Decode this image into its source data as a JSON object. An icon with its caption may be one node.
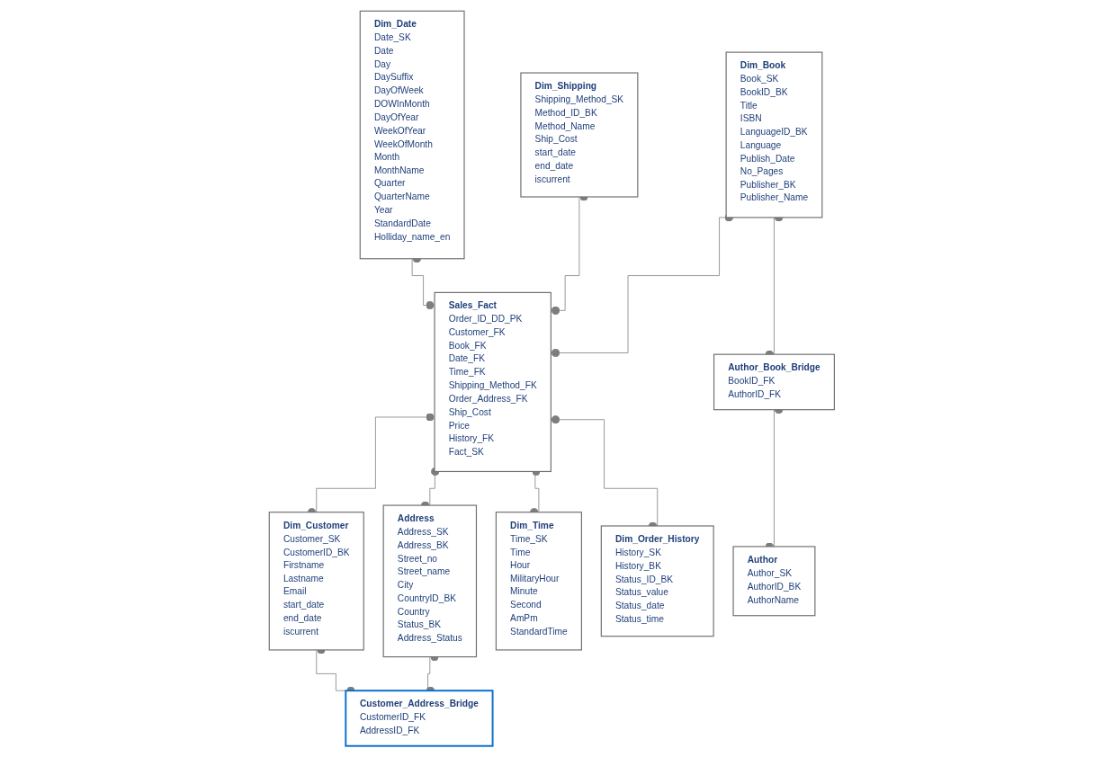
{
  "diagram": {
    "nodes": [
      {
        "text": [
          "Dim_Date",
          "Date_SK",
          "Date",
          "Day",
          "DaySuffix",
          "DayOfWeek",
          "DOWInMonth",
          "DayOfYear",
          "WeekOfYear",
          "WeekOfMonth",
          "Month",
          "MonthName",
          "Quarter",
          "QuarterName",
          "Year",
          "StandardDate",
          "Holliday_name_en"
        ]
      },
      {
        "text": [
          "Dim_Shipping",
          "Shipping_Method_SK",
          "Method_ID_BK",
          "Method_Name",
          "Ship_Cost",
          "start_date",
          "end_date",
          "iscurrent"
        ]
      },
      {
        "text": [
          "Dim_Book",
          "Book_SK",
          "BookID_BK",
          "Title",
          "ISBN",
          "LanguageID_BK",
          "Language",
          "Publish_Date",
          "No_Pages",
          "Publisher_BK",
          "Publisher_Name"
        ]
      },
      {
        "text": [
          "Sales_Fact",
          "Order_ID_DD_PK",
          "Customer_FK",
          "Book_FK",
          "Date_FK",
          "Time_FK",
          "Shipping_Method_FK",
          "Order_Address_FK",
          "Ship_Cost",
          "Price",
          "History_FK",
          "Fact_SK"
        ]
      },
      {
        "text": [
          "Author_Book_Bridge",
          "BookID_FK",
          "AuthorID_FK"
        ]
      },
      {
        "text": [
          "Dim_Customer",
          "Customer_SK",
          "CustomerID_BK",
          "Firstname",
          "Lastname",
          "Email",
          "start_date",
          "end_date",
          "iscurrent"
        ]
      },
      {
        "text": [
          "Author",
          "Author_SK",
          "AuthorID_BK",
          "AuthorName"
        ]
      },
      {
        "text": [
          "Dim_Order_History",
          "History_SK",
          "History_BK",
          "Status_ID_BK",
          "Status_value",
          "Status_date",
          "Status_time"
        ]
      },
      {
        "text": [
          "Dim_Time",
          "Time_SK",
          "Time",
          "Hour",
          "MilitaryHour",
          "Minute",
          "Second",
          "AmPm",
          "StandardTime"
        ]
      },
      {
        "text": [
          "Address",
          "Address_SK",
          "Address_BK",
          "Street_no",
          "Street_name",
          "City",
          "CountryID_BK",
          "Country",
          "Status_BK",
          "Address_Status"
        ]
      },
      {
        "text": [
          "Customer_Address_Bridge",
          "CustomerID_FK",
          "AddressID_FK"
        ]
      }
    ],
    "edges": [
      {
        "from": 0,
        "to": 3,
        "arrow": "other"
      },
      {
        "from": 1,
        "to": 3,
        "arrow": "other"
      },
      {
        "from": 2,
        "to": 3,
        "arrow": "other"
      },
      {
        "from": 3,
        "to": 5,
        "arrow": "other"
      },
      {
        "from": 3,
        "to": 9,
        "arrow": "other"
      },
      {
        "from": 3,
        "to": 8,
        "arrow": "other"
      },
      {
        "from": 3,
        "to": 7,
        "arrow": "other"
      },
      {
        "from": 2,
        "to": 4,
        "arrow": "other"
      },
      {
        "from": 4,
        "to": 6,
        "arrow": "other"
      },
      {
        "from": 5,
        "to": 10,
        "arrow": "other"
      },
      {
        "from": 9,
        "to": 10,
        "arrow": "other"
      }
    ]
  }
}
